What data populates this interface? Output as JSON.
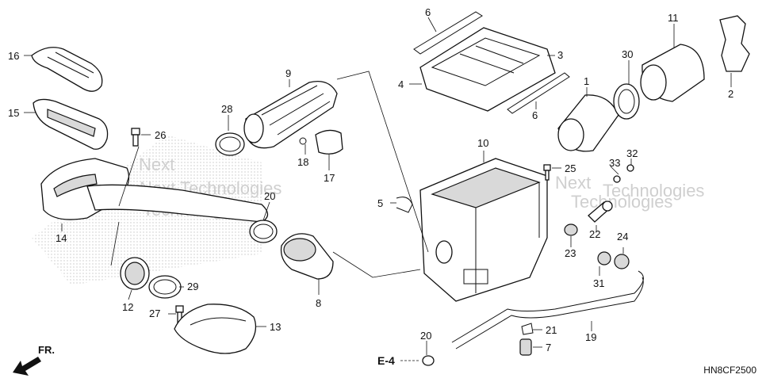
{
  "callouts": {
    "c1": "1",
    "c2": "2",
    "c3": "3",
    "c4": "4",
    "c5": "5",
    "c6a": "6",
    "c6b": "6",
    "c7": "7",
    "c8": "8",
    "c9": "9",
    "c10": "10",
    "c11": "11",
    "c12": "12",
    "c13": "13",
    "c14": "14",
    "c15": "15",
    "c16": "16",
    "c17": "17",
    "c18": "18",
    "c19": "19",
    "c20a": "20",
    "c20b": "20",
    "c21": "21",
    "c22": "22",
    "c23": "23",
    "c24": "24",
    "c25": "25",
    "c26": "26",
    "c27": "27",
    "c28": "28",
    "c29": "29",
    "c30": "30",
    "c31": "31",
    "c32": "32",
    "c33": "33"
  },
  "reference": {
    "label": "E-4"
  },
  "direction": {
    "label": "FR."
  },
  "figure_code": "HN8CF2500",
  "watermark": {
    "w1": "Next",
    "w2": "vNext Technologies",
    "w3": "Technologies",
    "w4": "Next",
    "w5": "Technologies",
    "w6": "Technologies"
  },
  "icons": {
    "direction_arrow": "front-arrow-icon"
  }
}
